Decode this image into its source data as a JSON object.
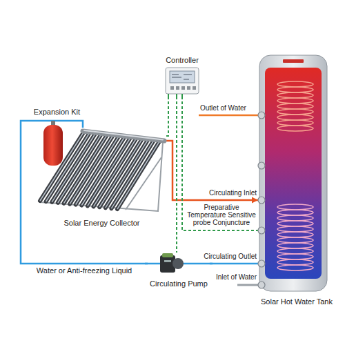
{
  "diagram": {
    "nodes": [
      {
        "text": [
          "Controller"
        ]
      },
      {
        "text": [
          "Expansion Kit"
        ]
      },
      {
        "text": [
          "Solar Energy Collector"
        ]
      },
      {
        "text": [
          "Solar Hot Water Tank"
        ]
      },
      {
        "text": [
          "Circulating Pump"
        ]
      }
    ],
    "edges": [
      {
        "from": 2,
        "to": 3,
        "arrow": "to"
      },
      {
        "from": 3,
        "to": 4,
        "arrow": "none"
      },
      {
        "from": 4,
        "to": 2,
        "arrow": "none",
        "label": "Water or Anti-freezing Liquid"
      },
      {
        "from": 0,
        "to": 2,
        "arrow": "none"
      },
      {
        "from": 0,
        "to": 4,
        "arrow": "none"
      },
      {
        "from": 0,
        "to": 3,
        "arrow": "none"
      }
    ],
    "labels": [
      "Outlet of Water",
      "Circulating Inlet",
      "Preparative Temperature Sensitive probe Conjuncture",
      "Circulating Outlet",
      "Inlet of Water"
    ]
  }
}
